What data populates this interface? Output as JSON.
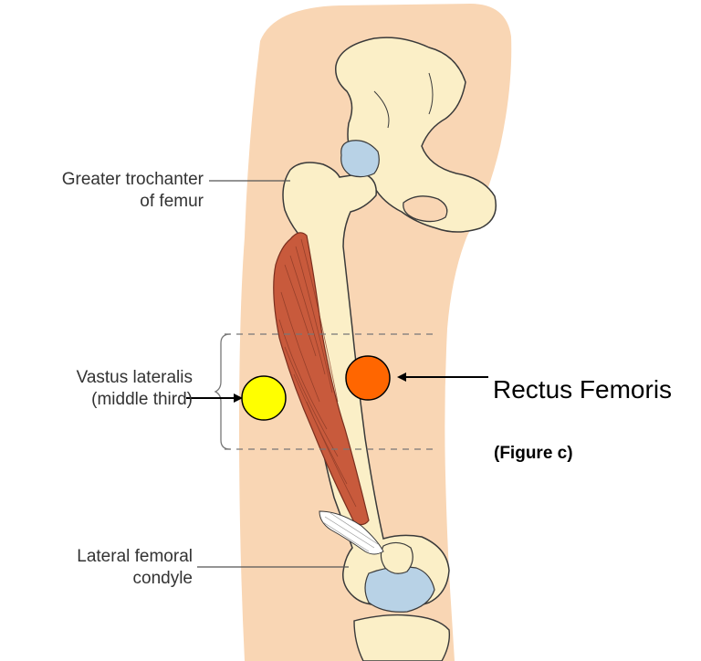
{
  "labels": {
    "trochanter_line1": "Greater trochanter",
    "trochanter_line2": "of femur",
    "vastus_line1": "Vastus lateralis",
    "vastus_line2": "(middle third)",
    "condyle_line1": "Lateral femoral",
    "condyle_line2": "condyle",
    "rectus": "Rectus Femoris",
    "figure": "(Figure c)"
  },
  "markers": {
    "vastus_marker_color": "#ffff00",
    "rectus_marker_color": "#ff6600"
  },
  "colors": {
    "skin": "#f9d6b4",
    "bone": "#fbefc7",
    "cartilage": "#b8d2e6",
    "muscle": "#c85a3c"
  }
}
